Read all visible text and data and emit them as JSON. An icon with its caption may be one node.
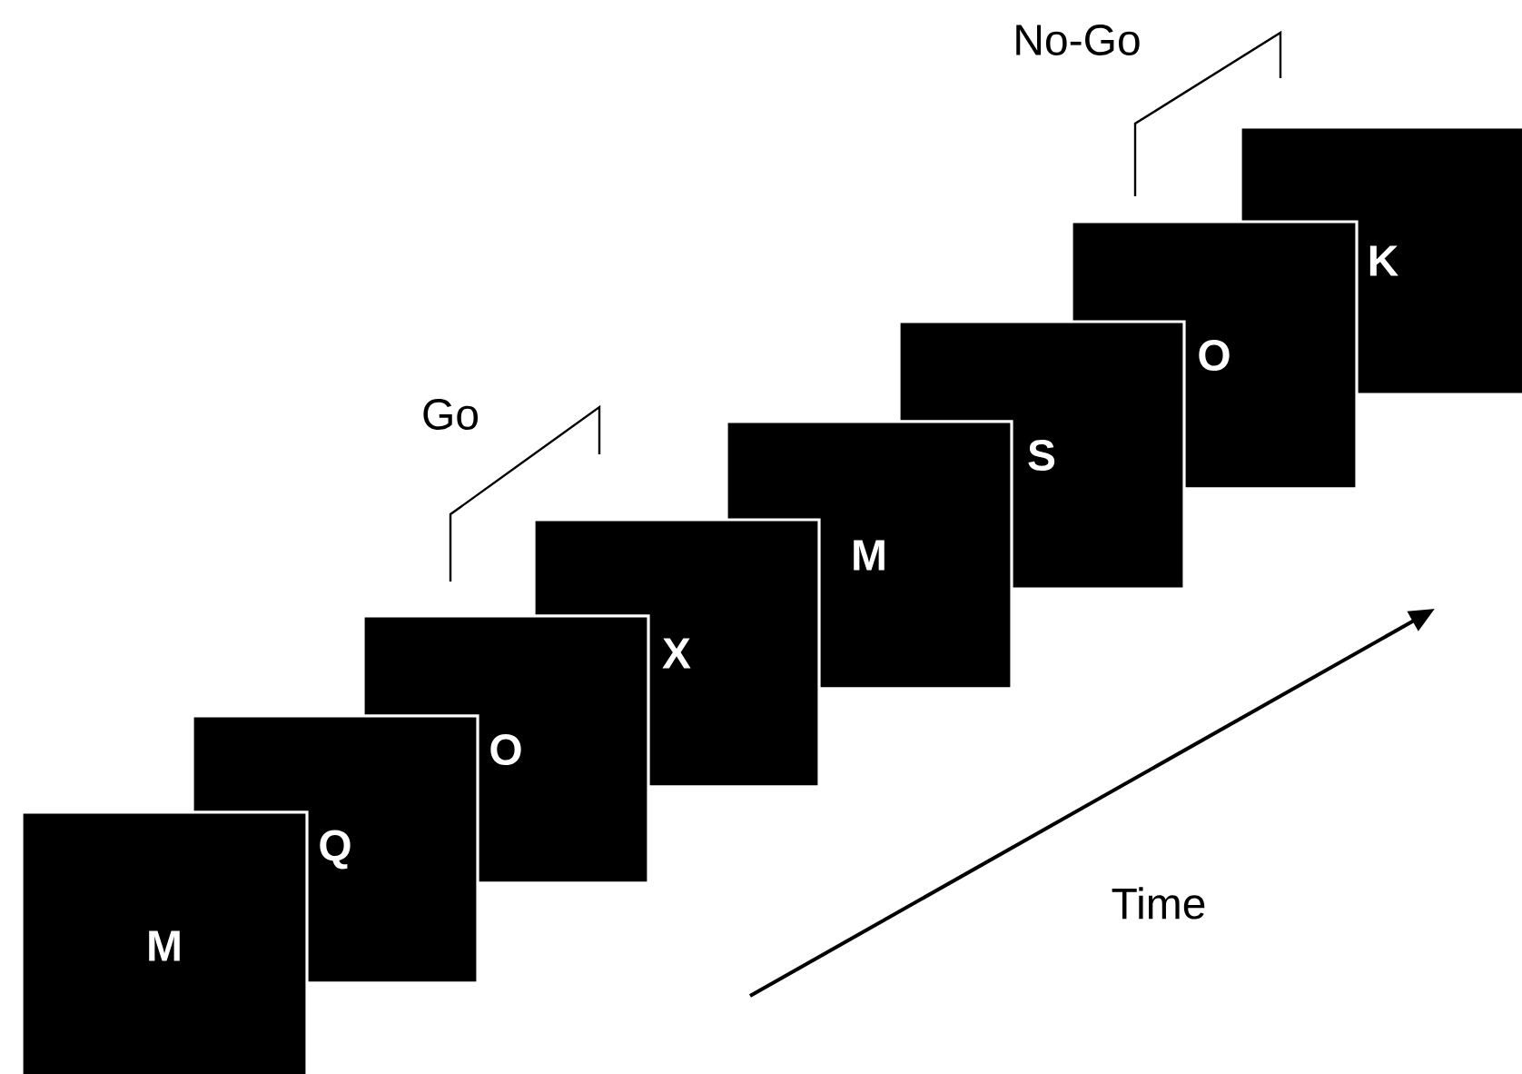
{
  "diagram": {
    "nodes": [
      {
        "text": [
          "M"
        ]
      },
      {
        "text": [
          "Q"
        ]
      },
      {
        "text": [
          "O"
        ]
      },
      {
        "text": [
          "X"
        ]
      },
      {
        "text": [
          "M"
        ]
      },
      {
        "text": [
          "S"
        ]
      },
      {
        "text": [
          "O"
        ]
      },
      {
        "text": [
          "K"
        ]
      }
    ],
    "labels": [
      "Go",
      "No-Go",
      "Time"
    ]
  }
}
